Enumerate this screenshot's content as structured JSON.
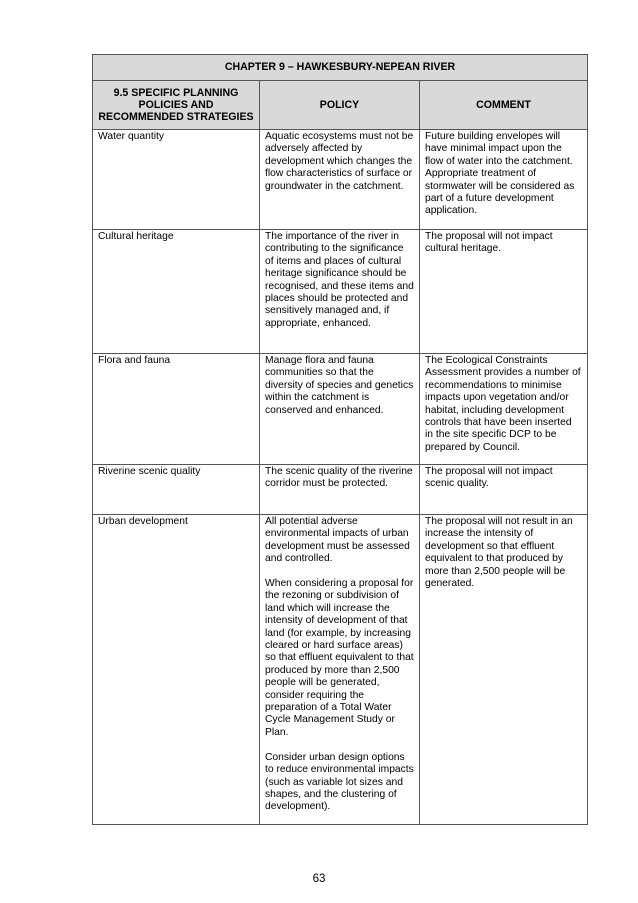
{
  "chapter_title": "CHAPTER 9 – HAWKESBURY-NEPEAN RIVER",
  "headers": {
    "col1": "9.5 SPECIFIC PLANNING POLICIES AND RECOMMENDED STRATEGIES",
    "col2": "POLICY",
    "col3": "COMMENT"
  },
  "rows": [
    {
      "topic": "Water quantity",
      "policy": [
        "Aquatic ecosystems must not be adversely affected by development which changes the flow characteristics of surface or groundwater in the catchment."
      ],
      "comment": "Future building envelopes will have minimal impact upon the flow of water into the catchment. Appropriate treatment of stormwater will be considered as part of a future development application."
    },
    {
      "topic": "Cultural heritage",
      "policy": [
        "The importance of the river in contributing to the significance of items and places of cultural heritage significance should be recognised, and these items and places should be protected and sensitively managed and, if appropriate, enhanced."
      ],
      "comment": "The proposal will not impact cultural heritage."
    },
    {
      "topic": "Flora and fauna",
      "policy": [
        "Manage flora and fauna communities so that the diversity of species and genetics within the catchment is conserved and enhanced."
      ],
      "comment": "The Ecological Constraints Assessment provides a number of recommendations to minimise impacts upon vegetation and/or habitat, including development controls that have been inserted in the site specific DCP to be prepared by Council."
    },
    {
      "topic": "Riverine scenic quality",
      "policy": [
        "The scenic quality of the riverine corridor must be protected."
      ],
      "comment": "The proposal will not impact scenic quality."
    },
    {
      "topic": "Urban development",
      "policy": [
        "All potential adverse environmental impacts of urban development must be assessed and controlled.",
        "When considering a proposal for the rezoning or subdivision of land which will increase the intensity of development of that land (for example, by increasing cleared or hard surface areas) so that effluent equivalent to that produced by more than 2,500 people will be generated, consider requiring the preparation of a Total Water Cycle Management Study or Plan.",
        "Consider urban design options to reduce environmental impacts (such as variable lot sizes and shapes, and the clustering of development)."
      ],
      "comment": "The proposal will not result in an increase the intensity of development so that effluent equivalent to that produced by more than 2,500 people will be generated."
    }
  ],
  "page_number": "63"
}
